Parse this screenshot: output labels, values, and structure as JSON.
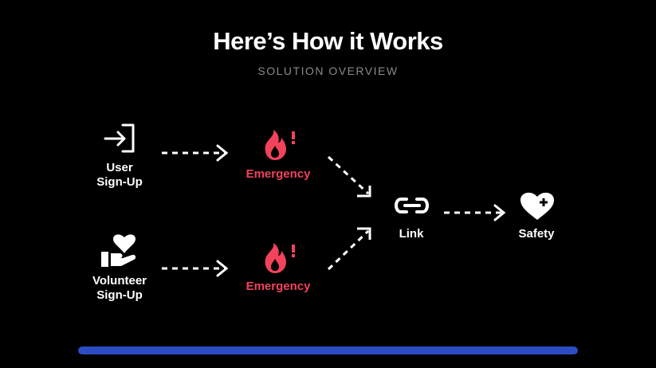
{
  "header": {
    "title": "Here’s How it Works",
    "subtitle": "SOLUTION OVERVIEW"
  },
  "nodes": {
    "user_signup": {
      "label_line1": "User",
      "label_line2": "Sign-Up",
      "icon": "sign-in-icon"
    },
    "volunteer_signup": {
      "label_line1": "Volunteer",
      "label_line2": "Sign-Up",
      "icon": "hand-heart-icon"
    },
    "emergency_top": {
      "label": "Emergency",
      "icon": "fire-alert-icon"
    },
    "emergency_bottom": {
      "label": "Emergency",
      "icon": "fire-alert-icon"
    },
    "link": {
      "label": "Link",
      "icon": "link-icon"
    },
    "safety": {
      "label": "Safety",
      "icon": "heart-plus-icon"
    }
  },
  "colors": {
    "background": "#000000",
    "accent_red": "#f2425c",
    "bar_blue": "#2c4cc4",
    "subtitle_gray": "#8a8a8e"
  }
}
